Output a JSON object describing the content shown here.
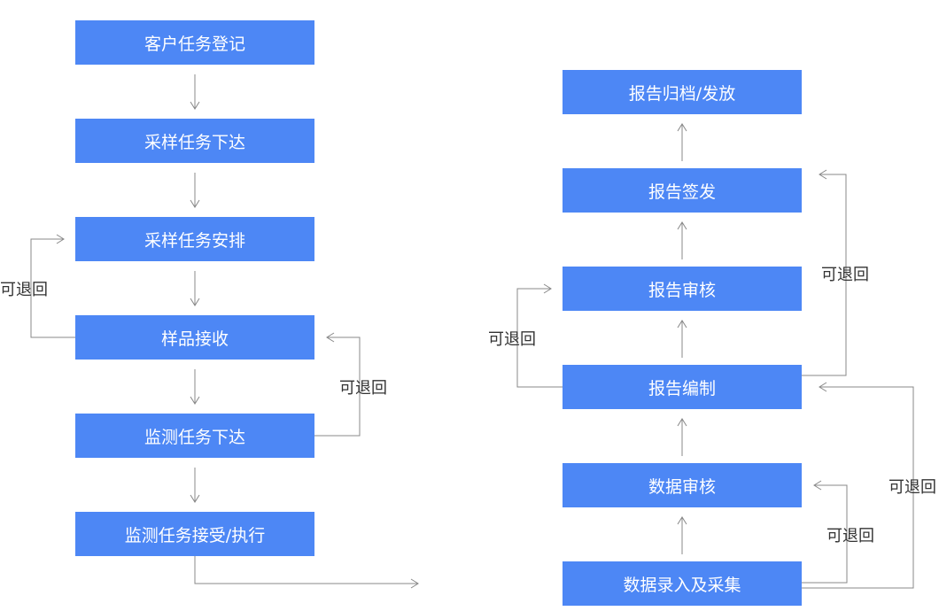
{
  "colors": {
    "box_fill": "#4d87f5",
    "box_text": "#ffffff",
    "line": "#888888",
    "label_text": "#333333"
  },
  "left_flow": [
    "客户任务登记",
    "采样任务下达",
    "采样任务安排",
    "样品接收",
    "监测任务下达",
    "监测任务接受/执行"
  ],
  "right_flow": [
    "报告归档/发放",
    "报告签发",
    "报告审核",
    "报告编制",
    "数据审核",
    "数据录入及采集"
  ],
  "return_label": "可退回"
}
